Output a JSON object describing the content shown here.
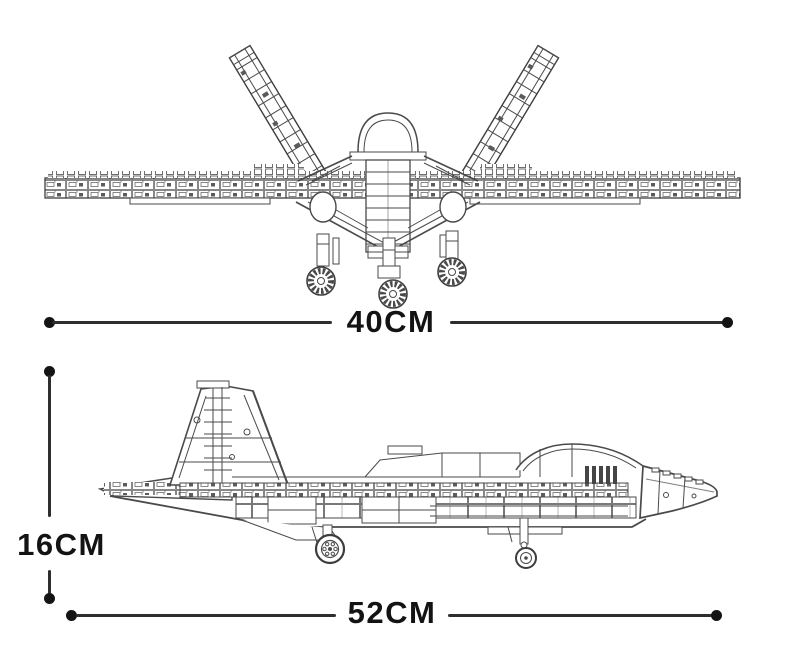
{
  "diagram": {
    "subject": "brick-built fighter jet model, two-view dimensional drawing",
    "dimensions": {
      "wingspan": {
        "label": "40CM"
      },
      "height": {
        "label": "16CM"
      },
      "length": {
        "label": "52CM"
      }
    },
    "colors": {
      "background": "#ffffff",
      "dimension_line": "#2e2e2e",
      "label_text": "#131313",
      "artwork_line": "#4a4a4a"
    }
  }
}
